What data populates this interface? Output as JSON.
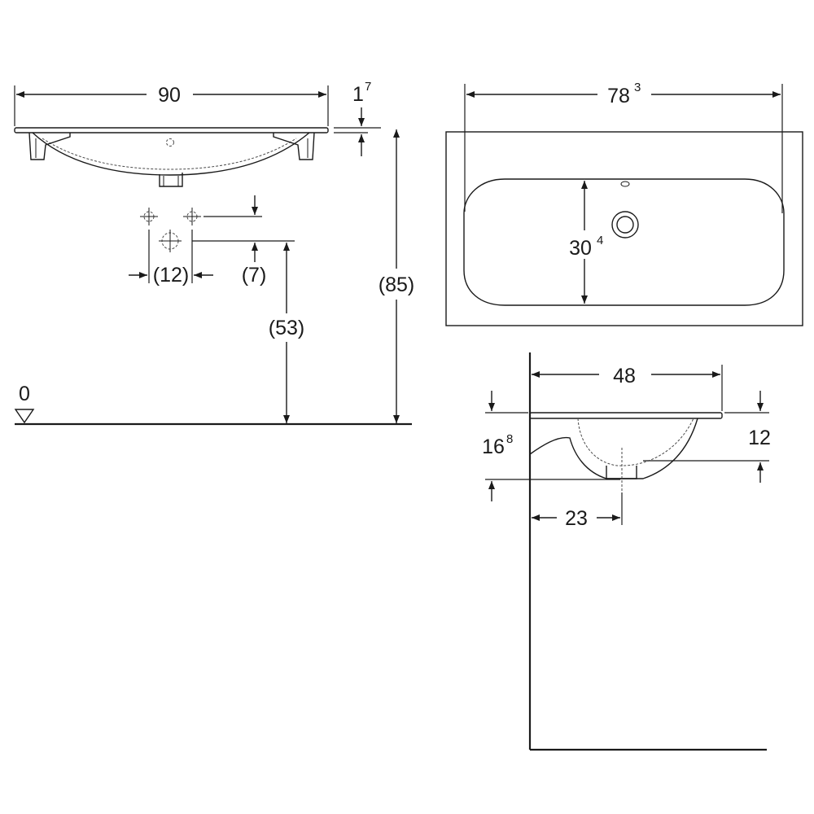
{
  "front_view": {
    "width": "90",
    "rim_thickness_main": "1",
    "rim_thickness_sup": "7",
    "tap_spacing": "(12)",
    "tap_offset": "(7)",
    "outlet_height": "(53)",
    "total_height": "(85)",
    "floor_level": "0"
  },
  "top_view": {
    "bowl_width_main": "78",
    "bowl_width_sup": "3",
    "bowl_depth_main": "30",
    "bowl_depth_sup": "4"
  },
  "side_view": {
    "depth": "48",
    "bowl_height_main": "16",
    "bowl_height_sup": "8",
    "rim_to_outlet": "12",
    "wall_to_outlet": "23"
  }
}
